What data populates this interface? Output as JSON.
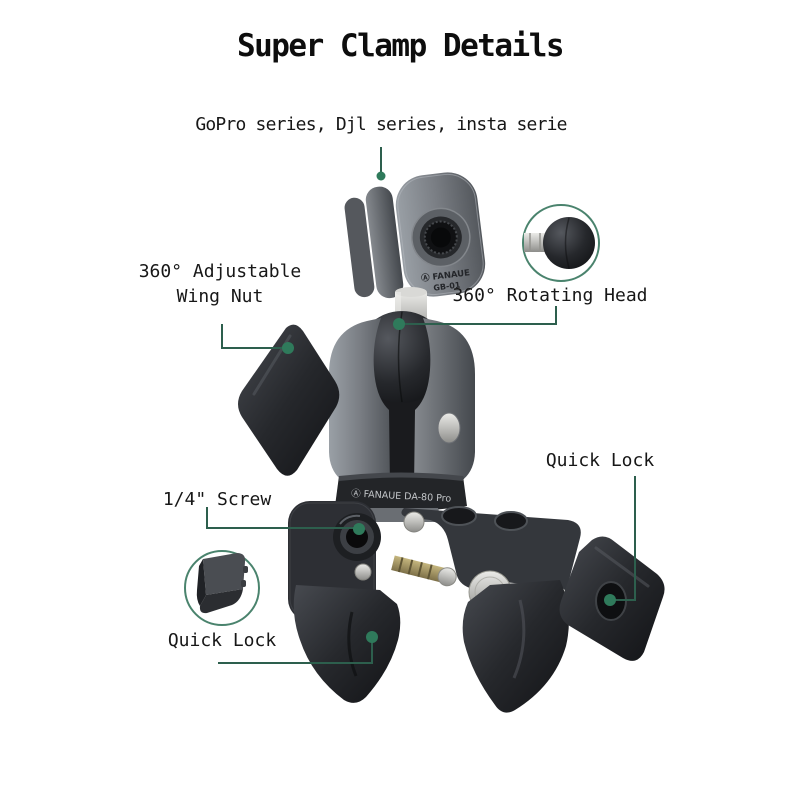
{
  "header": {
    "title": "Super Clamp Details",
    "subtitle": "GoPro series, Djl series, insta serie"
  },
  "callouts": {
    "wing_nut": {
      "line1": "360° Adjustable",
      "line2": "Wing Nut"
    },
    "rotating_head": {
      "label": "360° Rotating Head"
    },
    "quick_lock_right": {
      "label": "Quick Lock"
    },
    "quarter_screw": {
      "label": "1/4\" Screw"
    },
    "quick_lock_left": {
      "label": "Quick Lock"
    }
  },
  "product": {
    "mount_brand": "Ⓐ FANAUE",
    "mount_model": "GB-01",
    "collar_text": "Ⓐ FANAUE  DA-80 Pro"
  },
  "colors": {
    "background": "#ffffff",
    "text": "#141414",
    "callout_line": "#2d5f4d",
    "callout_dot": "#2f7a5b",
    "inset_circle_border": "#4a836d",
    "metal_gray": "#7a7e84",
    "black_part": "#26282c",
    "silver": "#c2c2bf",
    "brass_screw": "#a4955f"
  }
}
